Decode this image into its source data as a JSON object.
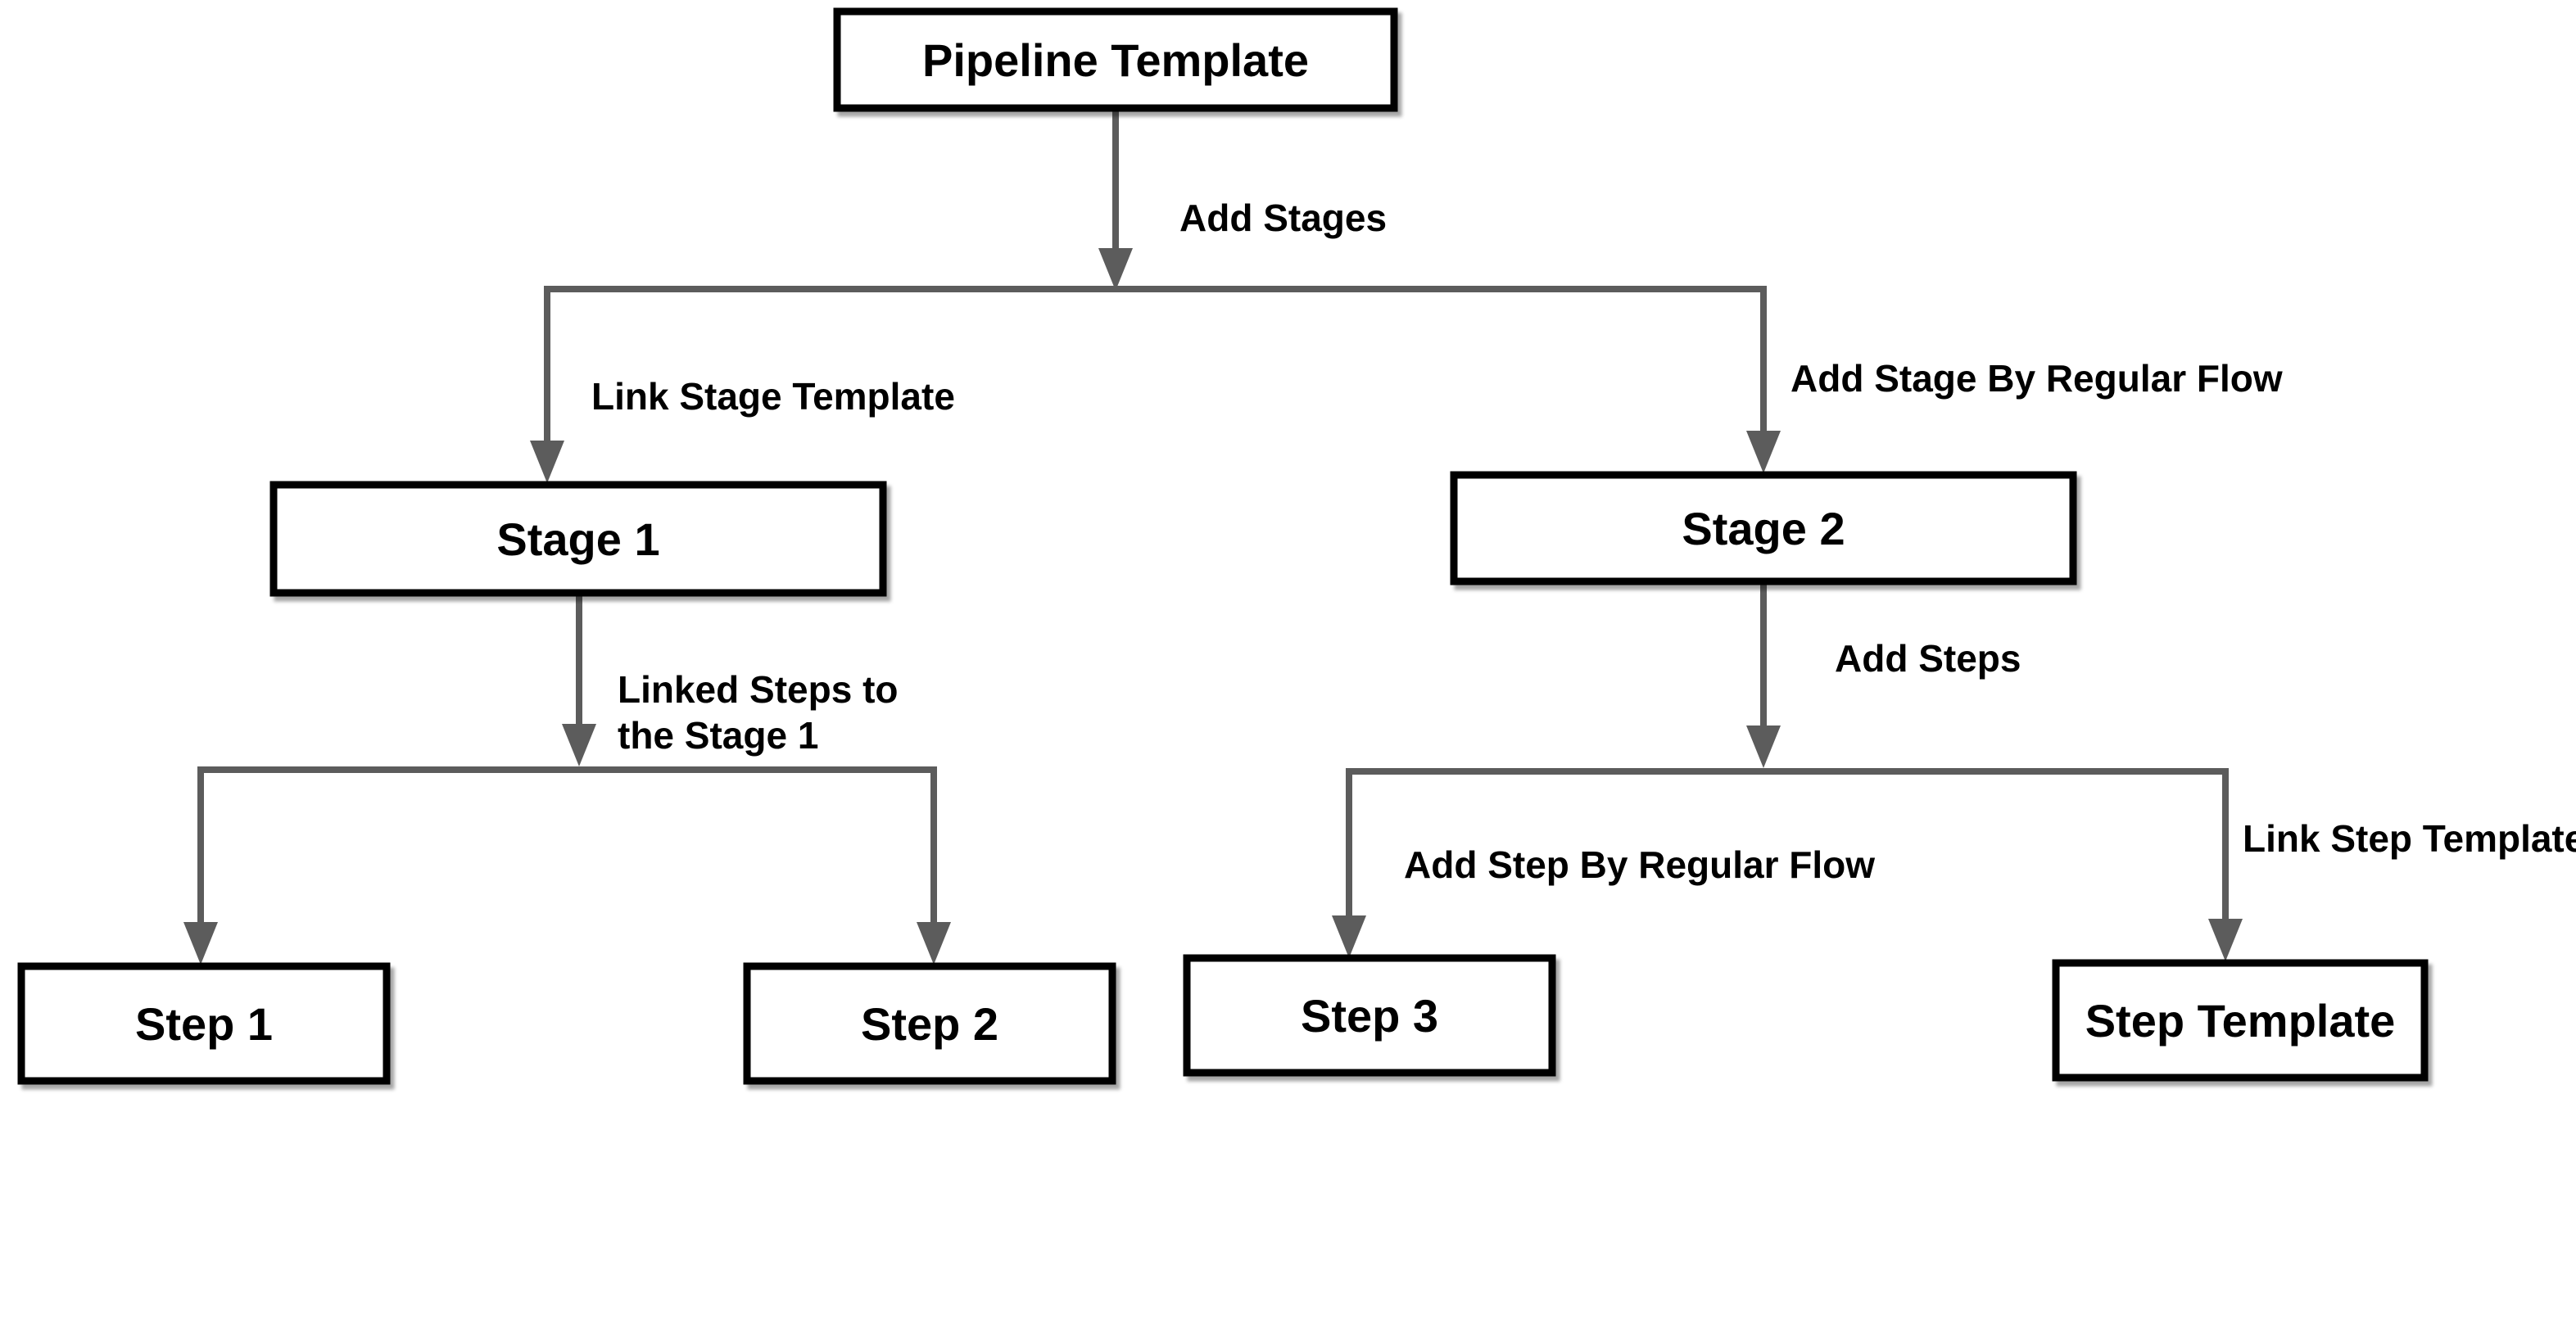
{
  "diagram": {
    "colors": {
      "background": "#ffffff",
      "box_fill": "#ffffff",
      "box_border": "#000000",
      "connector": "#5c5c5c",
      "text": "#000000"
    },
    "nodes": {
      "pipeline_template": {
        "label": "Pipeline Template"
      },
      "stage_1": {
        "label": "Stage 1"
      },
      "stage_2": {
        "label": "Stage 2"
      },
      "step_1": {
        "label": "Step 1"
      },
      "step_2": {
        "label": "Step 2"
      },
      "step_3": {
        "label": "Step 3"
      },
      "step_template": {
        "label": "Step Template"
      }
    },
    "edges": {
      "add_stages": {
        "label": "Add Stages"
      },
      "link_stage_template": {
        "label": "Link Stage Template"
      },
      "add_stage_by_regular_flow": {
        "label": "Add Stage By Regular Flow"
      },
      "linked_steps_to_stage_1": {
        "line1": "Linked Steps to",
        "line2": "the Stage 1"
      },
      "add_steps": {
        "label": "Add Steps"
      },
      "add_step_by_regular_flow": {
        "label": "Add Step By Regular Flow"
      },
      "link_step_template": {
        "label": "Link Step Template"
      }
    }
  }
}
